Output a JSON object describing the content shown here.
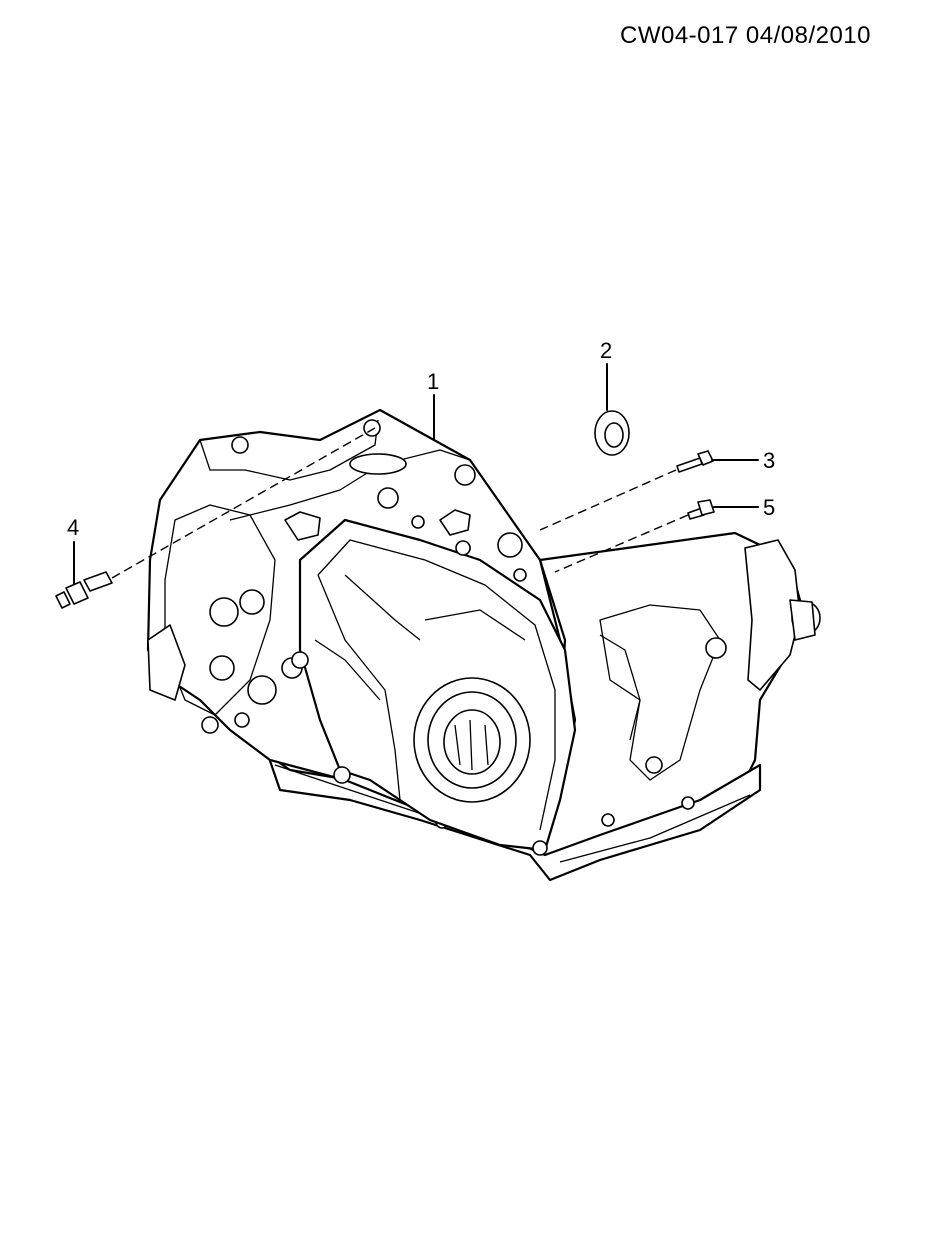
{
  "header": {
    "code_date": "CW04-017  04/08/2010"
  },
  "callouts": [
    {
      "id": "1",
      "label": "1"
    },
    {
      "id": "2",
      "label": "2"
    },
    {
      "id": "3",
      "label": "3"
    },
    {
      "id": "4",
      "label": "4"
    },
    {
      "id": "5",
      "label": "5"
    }
  ]
}
